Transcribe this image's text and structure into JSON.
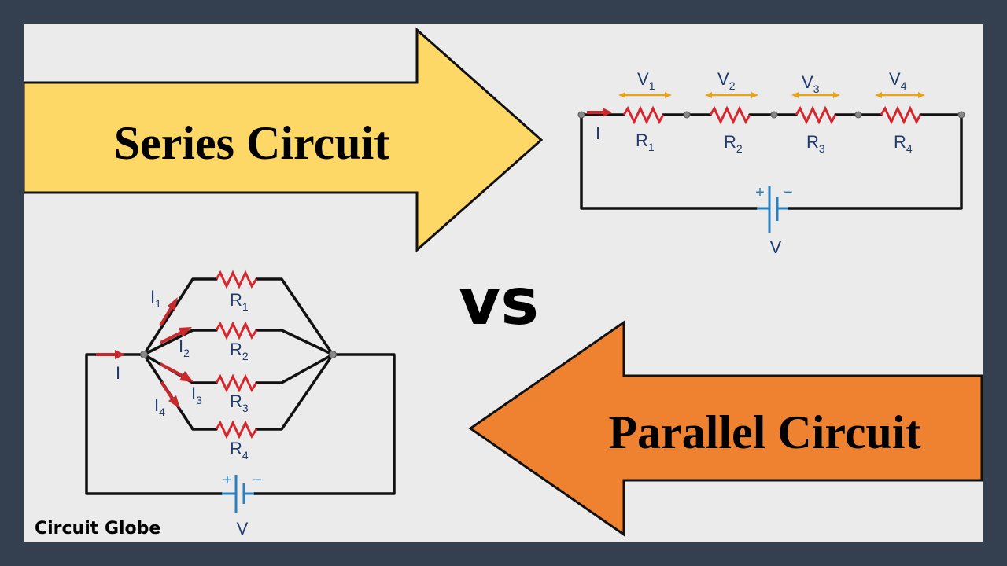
{
  "colors": {
    "frame": "#34404f",
    "panel": "#ebebeb",
    "series_arrow": "#fdd867",
    "parallel_arrow": "#ef8231",
    "resistor": "#d8252c",
    "current_arrow": "#c9282d",
    "voltage_marker": "#e8a317",
    "battery": "#2a7fbf",
    "label_text": "#1f3a6e"
  },
  "series_arrow": {
    "label": "Series Circuit",
    "direction": "right"
  },
  "parallel_arrow": {
    "label": "Parallel Circuit",
    "direction": "left"
  },
  "vs_label": "vs",
  "series_circuit": {
    "current_label": "I",
    "resistors": [
      {
        "name": "R",
        "sub": "1",
        "voltage": "V",
        "vsub": "1"
      },
      {
        "name": "R",
        "sub": "2",
        "voltage": "V",
        "vsub": "2"
      },
      {
        "name": "R",
        "sub": "3",
        "voltage": "V",
        "vsub": "3"
      },
      {
        "name": "R",
        "sub": "4",
        "voltage": "V",
        "vsub": "4"
      }
    ],
    "battery": {
      "plus": "+",
      "minus": "−",
      "label": "V"
    }
  },
  "parallel_circuit": {
    "current_label": "I",
    "branches": [
      {
        "name": "R",
        "sub": "1",
        "current": "I",
        "csub": "1"
      },
      {
        "name": "R",
        "sub": "2",
        "current": "I",
        "csub": "2"
      },
      {
        "name": "R",
        "sub": "3",
        "current": "I",
        "csub": "3"
      },
      {
        "name": "R",
        "sub": "4",
        "current": "I",
        "csub": "4"
      }
    ],
    "battery": {
      "plus": "+",
      "minus": "−",
      "label": "V"
    }
  },
  "brand": "Circuit Globe"
}
